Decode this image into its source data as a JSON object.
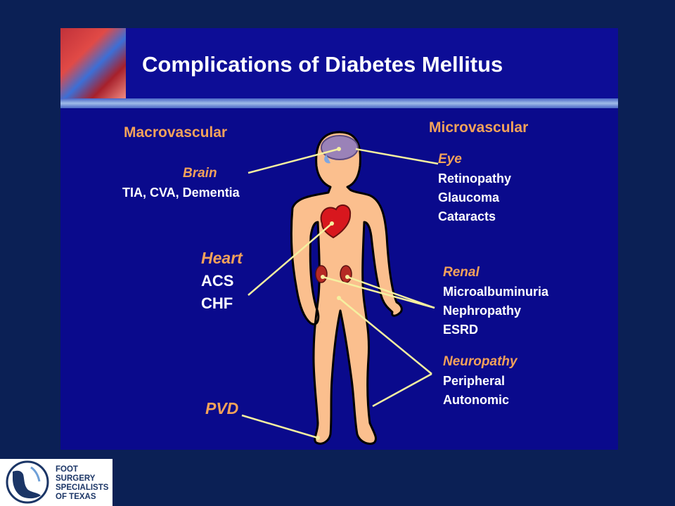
{
  "slide": {
    "title": "Complications of Diabetes Mellitus"
  },
  "macrovascular": {
    "header": "Macrovascular",
    "brain": {
      "category": "Brain",
      "items": [
        "TIA, CVA, Dementia"
      ]
    },
    "heart": {
      "category": "Heart",
      "items": [
        "ACS",
        "CHF"
      ]
    },
    "pvd": {
      "category": "PVD"
    }
  },
  "microvascular": {
    "header": "Microvascular",
    "eye": {
      "category": "Eye",
      "items": [
        "Retinopathy",
        "Glaucoma",
        "Cataracts"
      ]
    },
    "renal": {
      "category": "Renal",
      "items": [
        "Microalbuminuria",
        "Nephropathy",
        "ESRD"
      ]
    },
    "neuropathy": {
      "category": "Neuropathy",
      "items": [
        "Peripheral",
        "Autonomic"
      ]
    }
  },
  "logo": {
    "lines": [
      "FOOT",
      "SURGERY",
      "SPECIALISTS",
      "OF TEXAS"
    ]
  },
  "colors": {
    "page_background": "#0b2055",
    "slide_background": "#0a0a8c",
    "category_text": "#f3a25a",
    "item_text": "#ffffff",
    "body": "#fbbf8e",
    "connector": "#f5f0a0"
  }
}
